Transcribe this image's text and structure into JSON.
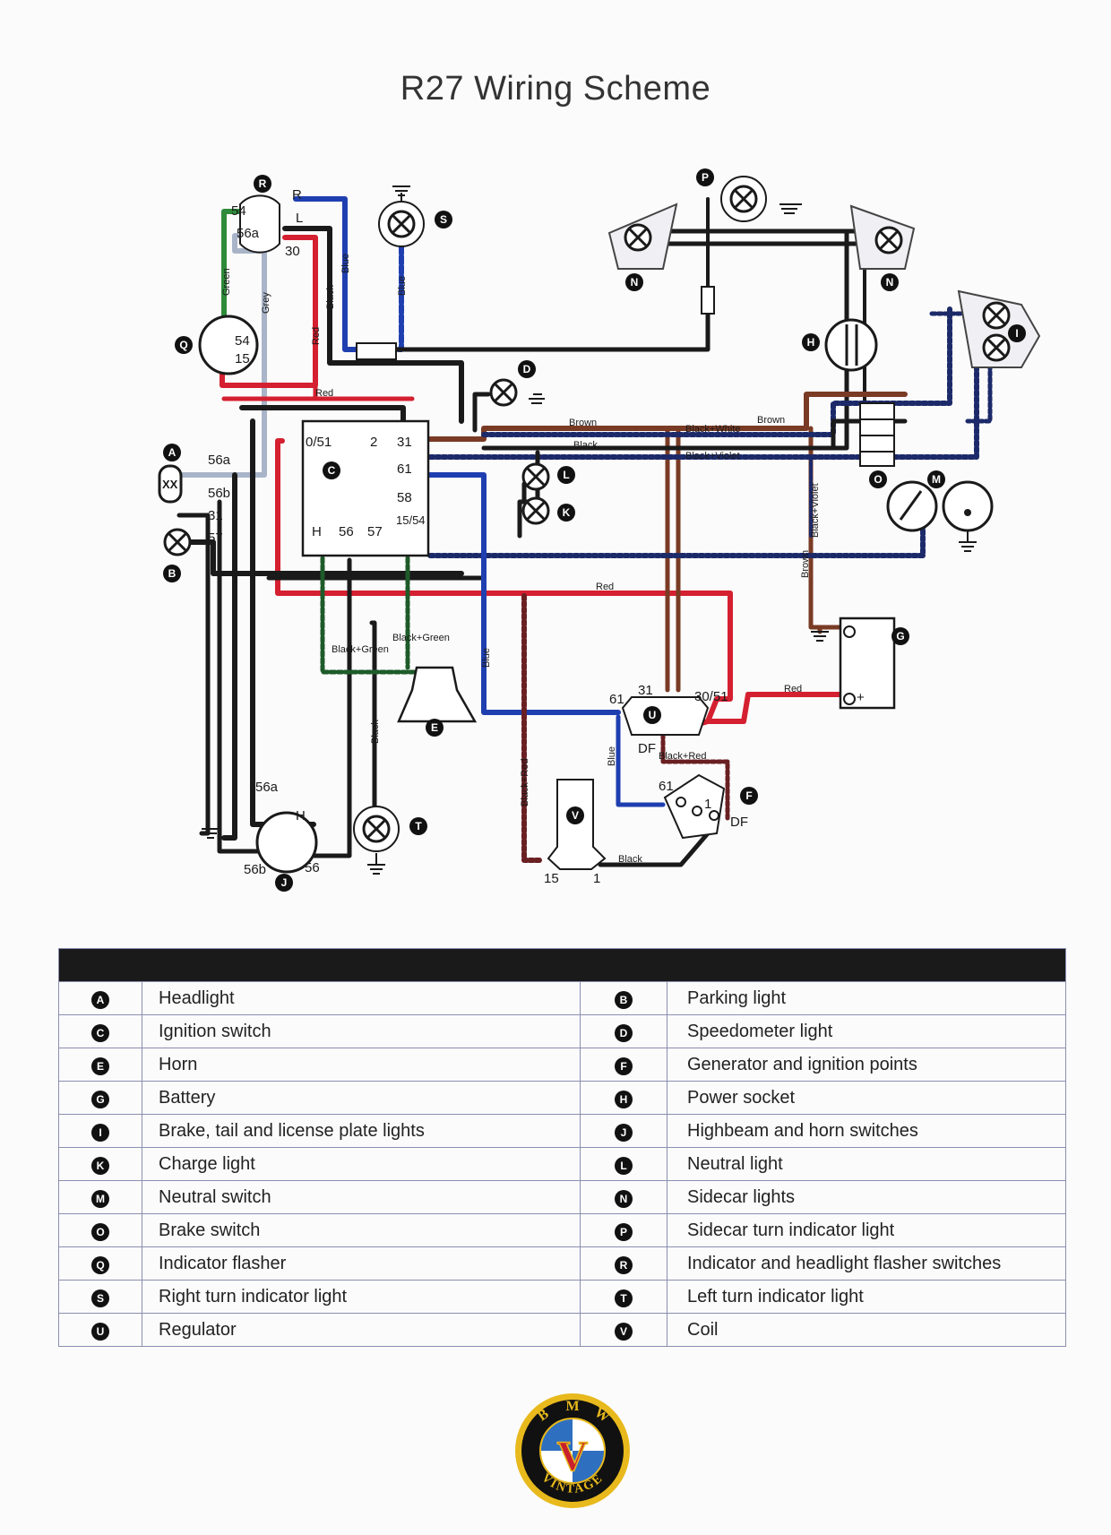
{
  "title": "R27 Wiring Scheme",
  "component_markers": {
    "A": "A",
    "B": "B",
    "C": "C",
    "D": "D",
    "E": "E",
    "F": "F",
    "G": "G",
    "H": "H",
    "I": "I",
    "J": "J",
    "K": "K",
    "L": "L",
    "M": "M",
    "N": "N",
    "O": "O",
    "P": "P",
    "Q": "Q",
    "R": "R",
    "S": "S",
    "T": "T",
    "U": "U",
    "V": "V"
  },
  "terminals": {
    "r_54": "54",
    "r_56a": "56a",
    "r_30": "30",
    "r_R": "R",
    "r_L": "L",
    "q_54": "54",
    "q_15": "15",
    "a_56a": "56a",
    "a_56b": "56b",
    "a_31": "31",
    "b_57": "57",
    "c_0_51": "0/51",
    "c_2": "2",
    "c_31": "31",
    "c_61": "61",
    "c_58": "58",
    "c_15_54": "15/54",
    "c_H": "H",
    "c_56": "56",
    "c_57": "57",
    "j_56a": "56a",
    "j_56b": "56b",
    "j_56": "56",
    "j_H": "H",
    "u_61": "61",
    "u_31": "31",
    "u_30_51": "30/51",
    "u_DF": "DF",
    "f_61": "61",
    "f_1": "1",
    "f_DF": "DF",
    "v_15": "15",
    "v_1": "1",
    "g_plus": "+"
  },
  "wire_labels": {
    "green": "Green",
    "grey": "Grey",
    "red_top": "Red",
    "black_top": "Black",
    "blue_top": "Blue",
    "blue_s": "Blue",
    "red_mid": "Red",
    "brown_top": "Brown",
    "black_white": "Black+White",
    "black_mid": "Black",
    "brown_right": "Brown",
    "black_violet": "Black+Violet",
    "black_violet_v": "Black+Violet",
    "brown_v": "Brown",
    "red_long": "Red",
    "black_green_1": "Black+Green",
    "black_green_2": "Black+Green",
    "blue_v": "Blue",
    "black_v": "Black",
    "black_red_v": "Black+Red",
    "blue_u": "Blue",
    "black_red_f": "Black+Red",
    "red_g": "Red",
    "black_bottom": "Black"
  },
  "legend": [
    {
      "left_mark": "A",
      "left": "Headlight",
      "right_mark": "B",
      "right": "Parking light"
    },
    {
      "left_mark": "C",
      "left": "Ignition switch",
      "right_mark": "D",
      "right": "Speedometer light"
    },
    {
      "left_mark": "E",
      "left": "Horn",
      "right_mark": "F",
      "right": "Generator and ignition points"
    },
    {
      "left_mark": "G",
      "left": "Battery",
      "right_mark": "H",
      "right": "Power socket"
    },
    {
      "left_mark": "I",
      "left": "Brake, tail and license plate lights",
      "right_mark": "J",
      "right": "Highbeam and horn switches"
    },
    {
      "left_mark": "K",
      "left": "Charge light",
      "right_mark": "L",
      "right": "Neutral light"
    },
    {
      "left_mark": "M",
      "left": "Neutral switch",
      "right_mark": "N",
      "right": "Sidecar lights"
    },
    {
      "left_mark": "O",
      "left": "Brake switch",
      "right_mark": "P",
      "right": "Sidecar turn indicator light"
    },
    {
      "left_mark": "Q",
      "left": "Indicator flasher",
      "right_mark": "R",
      "right": "Indicator and headlight flasher switches"
    },
    {
      "left_mark": "S",
      "left": "Right turn indicator light",
      "right_mark": "T",
      "right": "Left turn indicator light"
    },
    {
      "left_mark": "U",
      "left": "Regulator",
      "right_mark": "V",
      "right": "Coil"
    }
  ],
  "logo": {
    "letters": [
      "B",
      "M",
      "W"
    ],
    "center": "V",
    "bottom": "VINTAGE"
  },
  "colors": {
    "black": "#1a1a1a",
    "red": "#d42030",
    "blue": "#1f3fb0",
    "green": "#2e8b3a",
    "grey": "#a9b4c8",
    "brown": "#7a3b25",
    "navy_dotted": "#1c2a6a"
  }
}
